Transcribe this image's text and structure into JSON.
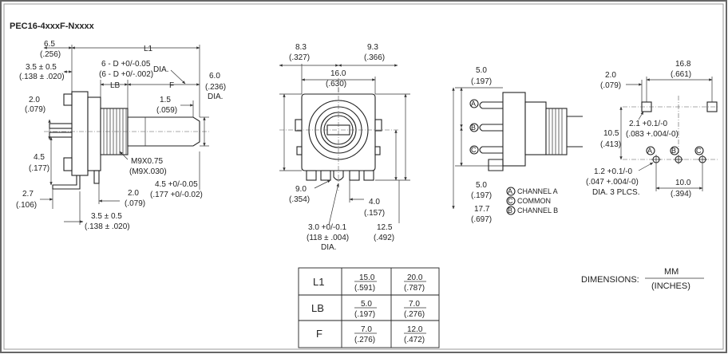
{
  "part_number": "PEC16-4xxxF-Nxxxx",
  "side_view": {
    "d_6_5": "6.5",
    "d_6_5_in": "(.256)",
    "d_3_5": "3.5 ± 0.5",
    "d_3_5_in": "(.138 ± .020)",
    "d_2_0": "2.0",
    "d_2_0_in": "(.079)",
    "d_4_5": "4.5",
    "d_4_5_in": "(.177)",
    "d_2_7": "2.7",
    "d_2_7_in": "(.106)",
    "d_L1": "L1",
    "d_6_D": "6 - D +0/-0.05",
    "d_6_D_in": "(6 - D +0/-.002)",
    "d_dia": "DIA.",
    "d_LB": "LB",
    "d_F": "F",
    "d_1_5": "1.5",
    "d_1_5_in": "(.059)",
    "d_6_0": "6.0",
    "d_6_0_in": "(.236)",
    "d_6_0_dia": "DIA.",
    "d_m9": "M9X0.75",
    "d_m9_in": "(M9X.030)",
    "d_4_5b": "4.5 +0/-0.05",
    "d_4_5b_in": "(.177 +0/-0.02)",
    "d_2_0b": "2.0",
    "d_2_0b_in": "(.079)",
    "d_3_5b": "3.5 ± 0.5",
    "d_3_5b_in": "(.138 ± .020)"
  },
  "front_view": {
    "d_8_3": "8.3",
    "d_8_3_in": "(.327)",
    "d_9_3": "9.3",
    "d_9_3_in": "(.366)",
    "d_16_0": "16.0",
    "d_16_0_in": "(.630)",
    "d_9_0": "9.0",
    "d_9_0_in": "(.354)",
    "d_4_0": "4.0",
    "d_4_0_in": "(.157)",
    "d_3_0": "3.0 +0/-0.1",
    "d_3_0_in": "(118 ± .004)",
    "d_3_0_dia": "DIA.",
    "d_12_5": "12.5",
    "d_12_5_in": "(.492)"
  },
  "pin_view": {
    "d_5_0a": "5.0",
    "d_5_0a_in": "(.197)",
    "d_5_0b": "5.0",
    "d_5_0b_in": "(.197)",
    "d_17_7": "17.7",
    "d_17_7_in": "(.697)",
    "pin_a": "A",
    "pin_c": "C",
    "pin_b": "B",
    "legend_a": "CHANNEL A",
    "legend_c": "COMMON",
    "legend_b": "CHANNEL B"
  },
  "pcb_view": {
    "d_16_8": "16.8",
    "d_16_8_in": "(.661)",
    "d_2_0": "2.0",
    "d_2_0_in": "(.079)",
    "d_2_1": "2.1 +0.1/-0",
    "d_2_1_in": "(.083 +.004/-0)",
    "d_10_5": "10.5",
    "d_10_5_in": "(.413)",
    "d_1_2": "1.2 +0.1/-0",
    "d_1_2_in": "(.047 +.004/-0)",
    "d_1_2_dia": "DIA. 3 PLCS.",
    "d_10_0": "10.0",
    "d_10_0_in": "(.394)",
    "pin_a": "A",
    "pin_b": "B",
    "pin_c": "C"
  },
  "table": {
    "rows": [
      {
        "label": "L1",
        "v1": "15.0",
        "v1_in": "(.591)",
        "v2": "20.0",
        "v2_in": "(.787)"
      },
      {
        "label": "LB",
        "v1": "5.0",
        "v1_in": "(.197)",
        "v2": "7.0",
        "v2_in": "(.276)"
      },
      {
        "label": "F",
        "v1": "7.0",
        "v1_in": "(.276)",
        "v2": "12.0",
        "v2_in": "(.472)"
      }
    ]
  },
  "dimensions_note": {
    "label": "DIMENSIONS:",
    "unit_top": "MM",
    "unit_bottom": "(INCHES)"
  }
}
